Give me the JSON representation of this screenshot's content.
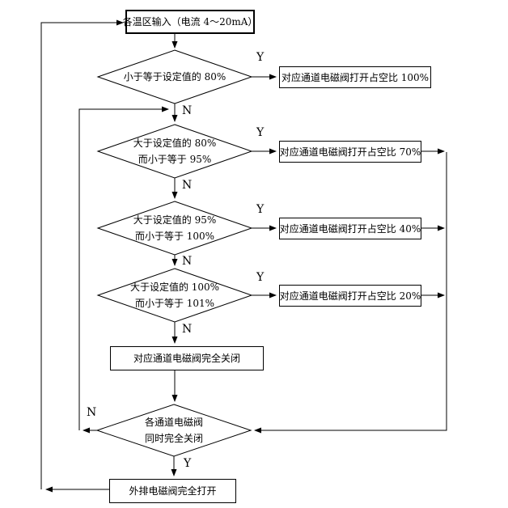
{
  "colors": {
    "background": "#ffffff",
    "line": "#000000",
    "text": "#000000"
  },
  "flowchart": {
    "start": {
      "label": "各温区输入（电流 4～20mA）"
    },
    "branch_labels": {
      "yes": "Y",
      "no": "N"
    },
    "decisions": [
      {
        "line1": "小于等于设定值的 80%",
        "line2": ""
      },
      {
        "line1": "大于设定值的 80%",
        "line2": "而小于等于 95%"
      },
      {
        "line1": "大于设定值的 95%",
        "line2": "而小于等于 100%"
      },
      {
        "line1": "大于设定值的 100%",
        "line2": "而小于等于 101%"
      },
      {
        "line1": "各通道电磁阀",
        "line2": "同时完全关闭"
      }
    ],
    "actions": [
      "对应通道电磁阀打开占空比 100%",
      "对应通道电磁阀打开占空比 70%",
      "对应通道电磁阀打开占空比 40%",
      "对应通道电磁阀打开占空比 20%",
      "对应通道电磁阀完全关闭",
      "外排电磁阀完全打开"
    ]
  }
}
